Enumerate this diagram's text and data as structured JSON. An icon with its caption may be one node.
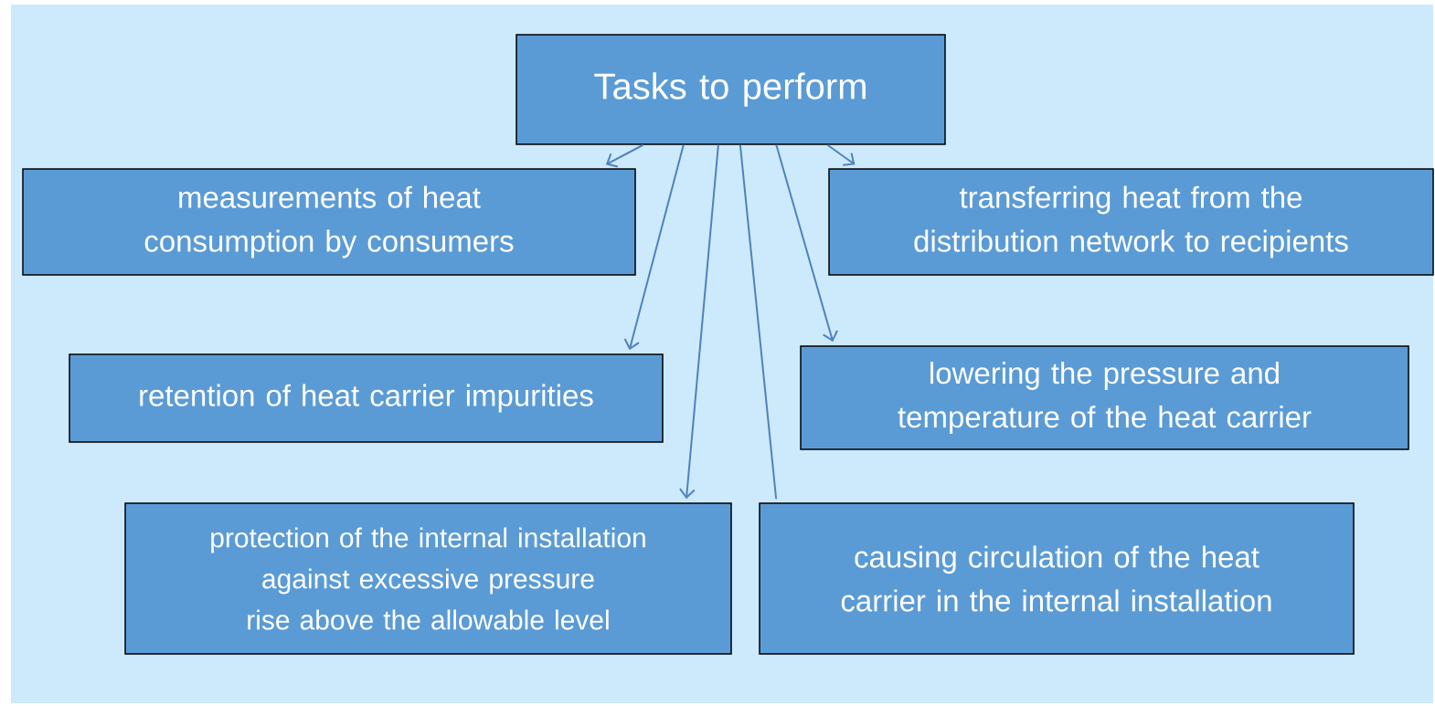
{
  "diagram": {
    "nodes": [
      {
        "text": [
          "Tasks to perform"
        ]
      },
      {
        "text": [
          "measurements of heat consumption by consumers"
        ]
      },
      {
        "text": [
          "transferring heat from the distribution network to recipients"
        ]
      },
      {
        "text": [
          "retention of heat carrier impurities"
        ]
      },
      {
        "text": [
          "lowering the pressure and temperature of the heat carrier"
        ]
      },
      {
        "text": [
          "protection of the internal installation against excessive pressure rise above the allowable level"
        ]
      },
      {
        "text": [
          "causing circulation of the heat carrier in the internal installation"
        ]
      }
    ],
    "edges": [
      {
        "from": 0,
        "to": 1,
        "arrow": "to"
      },
      {
        "from": 0,
        "to": 3,
        "arrow": "to"
      },
      {
        "from": 0,
        "to": 5,
        "arrow": "to"
      },
      {
        "from": 0,
        "to": 6,
        "arrow": "none"
      },
      {
        "from": 0,
        "to": 4,
        "arrow": "to"
      },
      {
        "from": 0,
        "to": 2,
        "arrow": "to"
      }
    ]
  }
}
